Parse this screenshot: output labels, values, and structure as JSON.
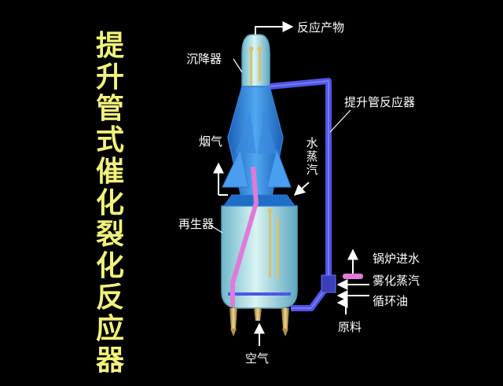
{
  "title": "提升管式催化裂化反应器",
  "colors": {
    "background": "#000000",
    "title": "#f2f27a",
    "vessel_body": "#a8dcdc",
    "vessel_edge": "#5aa0b8",
    "cyclone": "#2e7fd6",
    "riser": "#4f55e6",
    "standpipe": "#e07ad8",
    "nozzle": "#c8a85a",
    "labels": "#ffffff"
  },
  "labels": {
    "product": "反应产物",
    "settler": "沉降器",
    "riser_reactor": "提升管反应器",
    "flue_gas": "烟气",
    "steam": "水蒸汽",
    "regenerator": "再生器",
    "boiler_water": "锅炉进水",
    "atomizing_steam": "雾化蒸汽",
    "recycle_oil": "循环油",
    "feedstock": "原料",
    "air": "空气"
  }
}
